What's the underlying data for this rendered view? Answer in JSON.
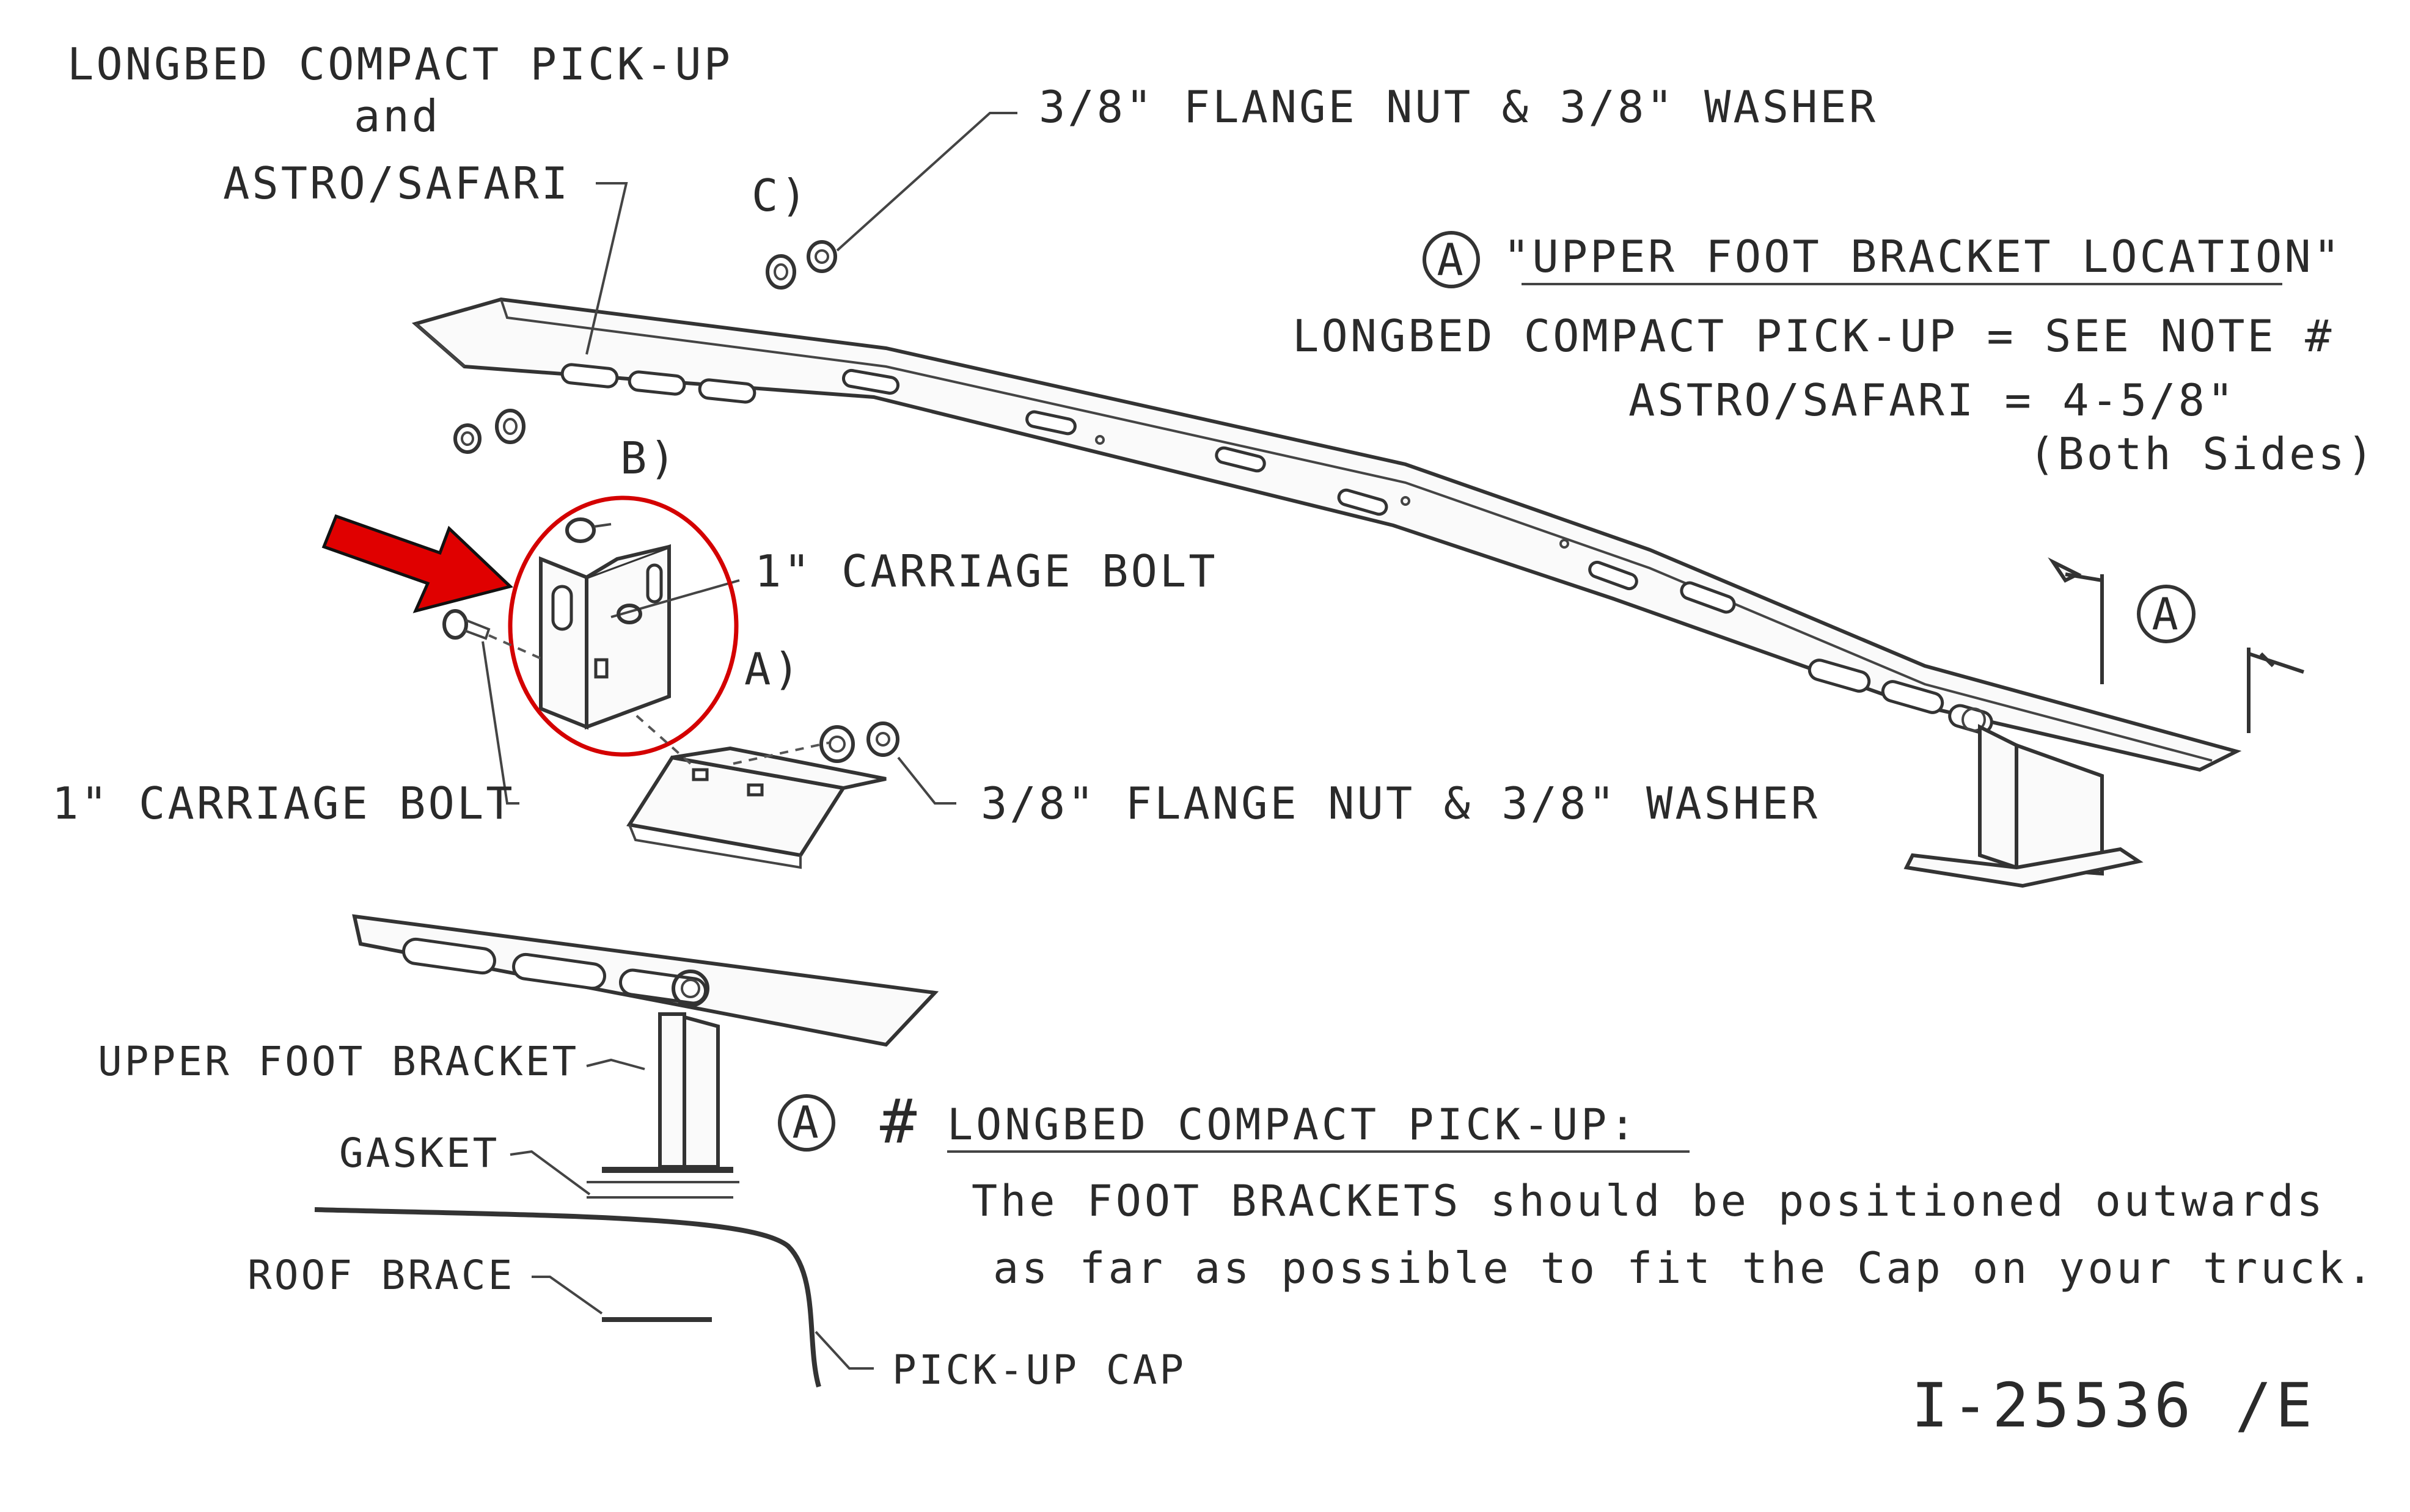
{
  "labels": {
    "top_left_line1": "LONGBED COMPACT PICK-UP",
    "top_left_line2": "and",
    "top_left_line3": "ASTRO/SAFARI",
    "callout_c": "C)",
    "callout_b": "B)",
    "callout_a": "A)",
    "flange_nut_top": "3/8\" FLANGE NUT & 3/8\" WASHER",
    "flange_nut_bottom": "3/8\" FLANGE NUT & 3/8\" WASHER",
    "carriage_bolt_right": "1\" CARRIAGE BOLT",
    "carriage_bolt_left": "1\" CARRIAGE BOLT",
    "circle_a": "A",
    "upper_foot_location": "\"UPPER FOOT BRACKET LOCATION\"",
    "longbed_see_note": "LONGBED COMPACT PICK-UP = SEE NOTE #",
    "astro_measure": "ASTRO/SAFARI = 4-5/8\"",
    "both_sides": "(Both Sides)",
    "upper_foot_bracket": "UPPER FOOT BRACKET",
    "gasket": "GASKET",
    "roof_brace": "ROOF BRACE",
    "pickup_cap": "PICK-UP CAP",
    "note_hash": "#",
    "note_heading": "LONGBED COMPACT PICK-UP:",
    "note_line1": "The FOOT BRACKETS should be positioned outwards",
    "note_line2": "as far as possible to fit the Cap on your truck.",
    "drawing_number": "I-25536 /E"
  },
  "colors": {
    "arrow": "#e00000",
    "highlight_circle": "#d40000",
    "ink": "#2a2a2a"
  }
}
